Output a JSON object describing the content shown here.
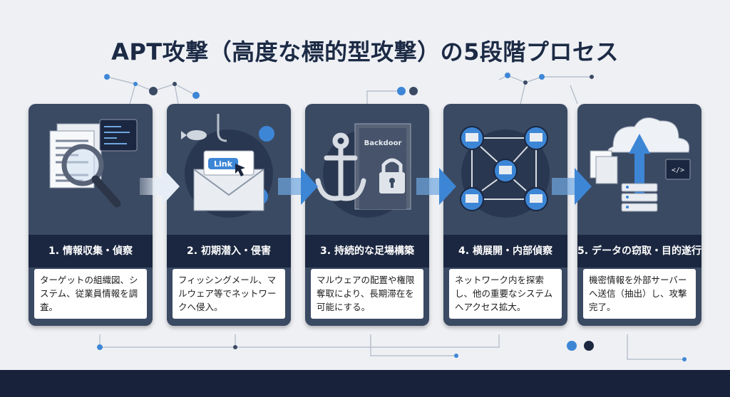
{
  "title": "APT攻撃（高度な標的型攻撃）の5段階プロセス",
  "colors": {
    "card": "#3b4a63",
    "band": "#1b2740",
    "accent": "#3d86d6",
    "background": "#eef0f4"
  },
  "stages": [
    {
      "label": "1. 情報収集・偵察",
      "desc": "ターゲットの組織図、システム、従業員情報を調査。",
      "icon": "magnifier-document-icon"
    },
    {
      "label": "2. 初期潜入・侵害",
      "desc": "フィッシングメール、マルウェア等でネットワークへ侵入。",
      "icon": "phishing-email-icon",
      "link_text": "Link"
    },
    {
      "label": "3. 持続的な足場構築",
      "desc": "マルウェアの配置や権限奪取により、長期滞在を可能にする。",
      "icon": "anchor-backdoor-icon",
      "door_text": "Backdoor"
    },
    {
      "label": "4. 横展開・内部偵察",
      "desc": "ネットワーク内を探索し、他の重要なシステムへアクセス拡大。",
      "icon": "network-lateral-icon"
    },
    {
      "label": "5. データの窃取・目的遂行",
      "desc": "機密情報を外部サーバーへ送信（抽出）し、攻撃完了。",
      "icon": "cloud-exfiltration-icon"
    }
  ]
}
